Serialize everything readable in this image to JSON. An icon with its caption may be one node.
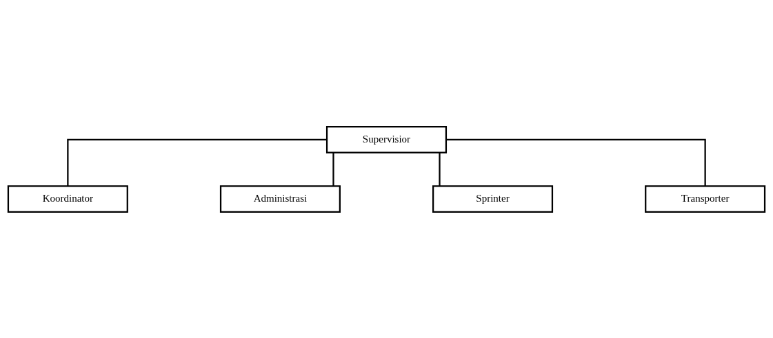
{
  "diagram": {
    "nodes": [
      {
        "text": [
          "Supervisior"
        ]
      },
      {
        "text": [
          "Koordinator"
        ]
      },
      {
        "text": [
          "Administrasi"
        ]
      },
      {
        "text": [
          "Sprinter"
        ]
      },
      {
        "text": [
          "Transporter"
        ]
      }
    ],
    "edges": [
      {
        "from": 0,
        "to": 1,
        "arrow": "none"
      },
      {
        "from": 0,
        "to": 2,
        "arrow": "none"
      },
      {
        "from": 0,
        "to": 3,
        "arrow": "none"
      },
      {
        "from": 0,
        "to": 4,
        "arrow": "none"
      }
    ]
  }
}
